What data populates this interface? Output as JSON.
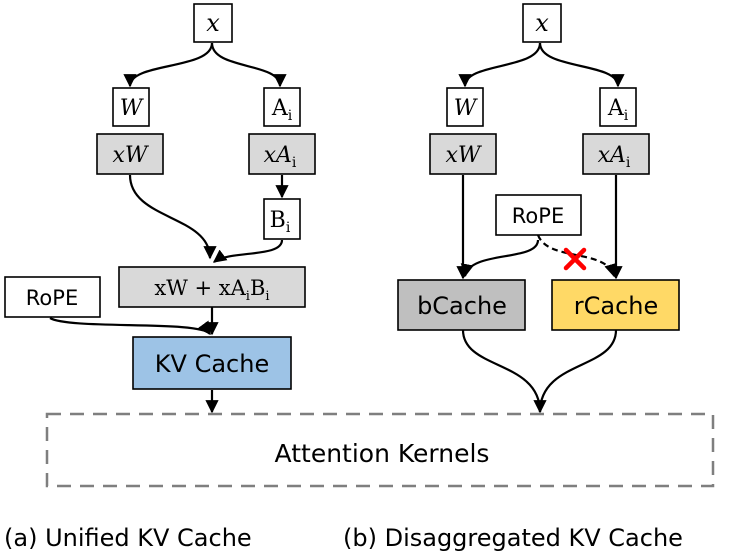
{
  "left": {
    "input": "x",
    "weight": "W",
    "adapter": "A",
    "adapter_sub": "i",
    "proj": "xW",
    "proj_a_pre": "xA",
    "proj_a_sub": "i",
    "b": "B",
    "b_sub": "i",
    "sum_text": "xW + xA",
    "sum_sub1": "i",
    "sum_b": "B",
    "sum_sub2": "i",
    "rope": "RoPE",
    "kv_cache": "KV Cache",
    "caption": "(a) Unified KV Cache"
  },
  "right": {
    "input": "x",
    "weight": "W",
    "adapter": "A",
    "adapter_sub": "i",
    "proj": "xW",
    "proj_a_pre": "xA",
    "proj_a_sub": "i",
    "rope": "RoPE",
    "bcache": "bCache",
    "rcache": "rCache",
    "caption": "(b) Disaggregated KV Cache"
  },
  "shared": {
    "attention": "Attention Kernels"
  },
  "colors": {
    "gray_box": "#d9d9d9",
    "bcache": "#bfbfbf",
    "rcache": "#ffd966",
    "kv_cache": "#9dc3e6",
    "attention_border": "#7f7f7f",
    "cross": "#ff0000"
  }
}
